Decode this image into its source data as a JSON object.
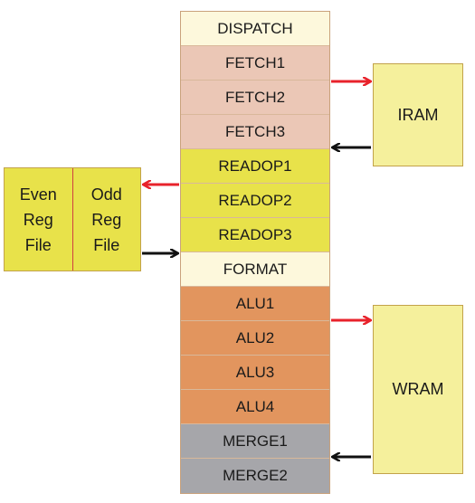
{
  "colors": {
    "dispatch": "#fdf8dc",
    "fetch": "#ebc7b6",
    "readop": "#e8e24a",
    "format": "#fdf8dc",
    "alu": "#e2955e",
    "merge": "#a6a6aa",
    "memory": "#f5f09c",
    "arrow_red": "#e8222b",
    "arrow_black": "#111111"
  },
  "pipeline": [
    {
      "label": "DISPATCH",
      "group": "dispatch"
    },
    {
      "label": "FETCH1",
      "group": "fetch"
    },
    {
      "label": "FETCH2",
      "group": "fetch"
    },
    {
      "label": "FETCH3",
      "group": "fetch"
    },
    {
      "label": "READOP1",
      "group": "readop"
    },
    {
      "label": "READOP2",
      "group": "readop"
    },
    {
      "label": "READOP3",
      "group": "readop"
    },
    {
      "label": "FORMAT",
      "group": "format"
    },
    {
      "label": "ALU1",
      "group": "alu"
    },
    {
      "label": "ALU2",
      "group": "alu"
    },
    {
      "label": "ALU3",
      "group": "alu"
    },
    {
      "label": "ALU4",
      "group": "alu"
    },
    {
      "label": "MERGE1",
      "group": "merge"
    },
    {
      "label": "MERGE2",
      "group": "merge"
    }
  ],
  "iram": {
    "label": "IRAM"
  },
  "wram": {
    "label": "WRAM"
  },
  "reg_file": {
    "even": [
      "Even",
      "Reg",
      "File"
    ],
    "odd": [
      "Odd",
      "Reg",
      "File"
    ]
  }
}
